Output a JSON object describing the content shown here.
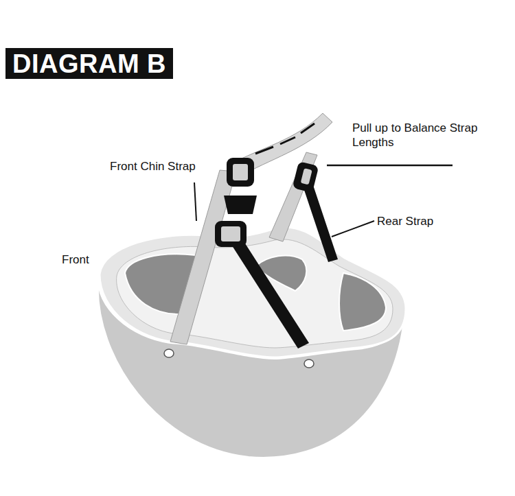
{
  "diagram": {
    "title": "DIAGRAM B",
    "labels": [
      "Front Chin Strap",
      "Pull up to Balance Strap Lengths",
      "Rear Strap",
      "Front"
    ]
  }
}
